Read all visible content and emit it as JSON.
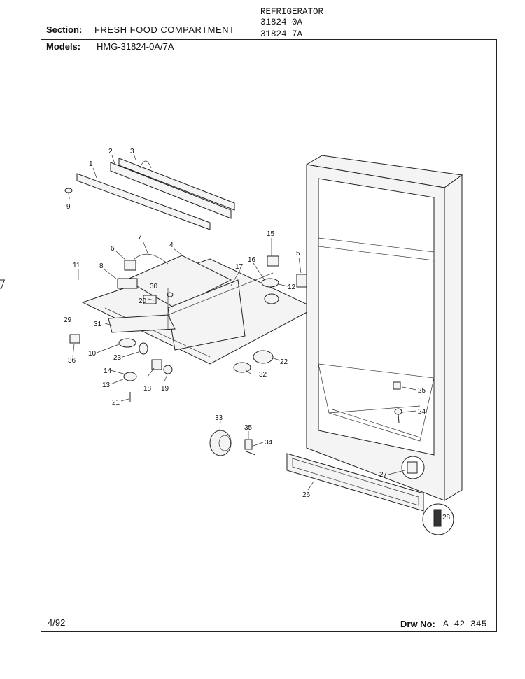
{
  "header": {
    "section_label": "Section:",
    "section_value": "FRESH FOOD COMPARTMENT",
    "product": "REFRIGERATOR",
    "codes": [
      "31824-0A",
      "31824-7A"
    ],
    "models_label": "Models:",
    "models_value": "HMG-31824-0A/7A"
  },
  "footer": {
    "date": "4/92",
    "drawing_label": "Drw No:",
    "drawing_number": "A-42-345"
  },
  "parts": [
    "1",
    "2",
    "3",
    "4",
    "5",
    "6",
    "7",
    "8",
    "9",
    "10",
    "11",
    "12",
    "13",
    "14",
    "15",
    "16",
    "17",
    "18",
    "19",
    "20",
    "21",
    "22",
    "23",
    "24",
    "25",
    "26",
    "27",
    "28",
    "29",
    "30",
    "31",
    "32",
    "33",
    "34",
    "35",
    "36"
  ]
}
